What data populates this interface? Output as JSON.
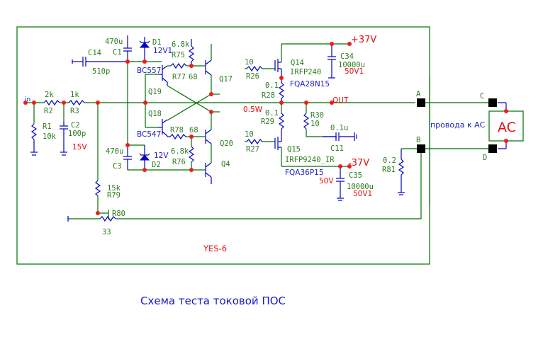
{
  "title": "Схема теста токовой ПОС",
  "board_label": "YES-6",
  "labels": {
    "in": "in",
    "r2": {
      "ref": "R2",
      "value": "2k"
    },
    "r3": {
      "ref": "R3",
      "value": "1k"
    },
    "r1": {
      "ref": "R1",
      "value": "10k"
    },
    "c2": {
      "ref": "C2",
      "value": "100p"
    },
    "v15": "15V",
    "c14": {
      "ref": "C14",
      "value": "510p"
    },
    "c1": {
      "ref": "C1",
      "value": "470u"
    },
    "d1": {
      "ref": "D1",
      "value": "12V1"
    },
    "r75": {
      "ref": "R75",
      "value": "6.8k"
    },
    "r77": {
      "ref": "R77",
      "value": "68"
    },
    "bc557": "BC557",
    "q19": "Q19",
    "q17": "Q17",
    "q18": "Q18",
    "bc547": "BC547",
    "r78": {
      "ref": "R78",
      "value": "68"
    },
    "c3": {
      "ref": "C3",
      "value": "470u"
    },
    "d2": {
      "ref": "D2",
      "value": "12V"
    },
    "r76": {
      "ref": "R76",
      "value": "6.8k"
    },
    "q20": "Q20",
    "q4": "Q4",
    "r26": {
      "ref": "R26",
      "value": "10"
    },
    "q14": {
      "ref": "Q14",
      "part": "IRFP240",
      "alt": "FQA28N15"
    },
    "r28": {
      "ref": "R28",
      "value": "0.1"
    },
    "c34": {
      "ref": "C34",
      "value": "10000u",
      "rating": "50V1"
    },
    "vpos": "+37V",
    "out": "OUT",
    "w05": "0.5W",
    "r29": {
      "ref": "R29",
      "value": "0.1"
    },
    "r30": {
      "ref": "R30",
      "value": "10"
    },
    "c11": {
      "ref": "C11",
      "value": "0.1u"
    },
    "r27": {
      "ref": "R27",
      "value": "10"
    },
    "q15": {
      "ref": "Q15",
      "part": "IRFP9240_IR",
      "alt": "FQA36P15"
    },
    "vneg": "-37V",
    "c35": {
      "ref": "C35",
      "value": "10000u",
      "rating": "50V1",
      "v": "50V"
    },
    "r79": {
      "ref": "R79",
      "value": "15k"
    },
    "r80": {
      "ref": "R80",
      "value": "33"
    },
    "r81": {
      "ref": "R81",
      "value": "0.2"
    },
    "term_a": "A",
    "term_b": "B",
    "term_c": "C",
    "term_d": "D",
    "wires_note": "провода к АС",
    "ac": "AC"
  }
}
